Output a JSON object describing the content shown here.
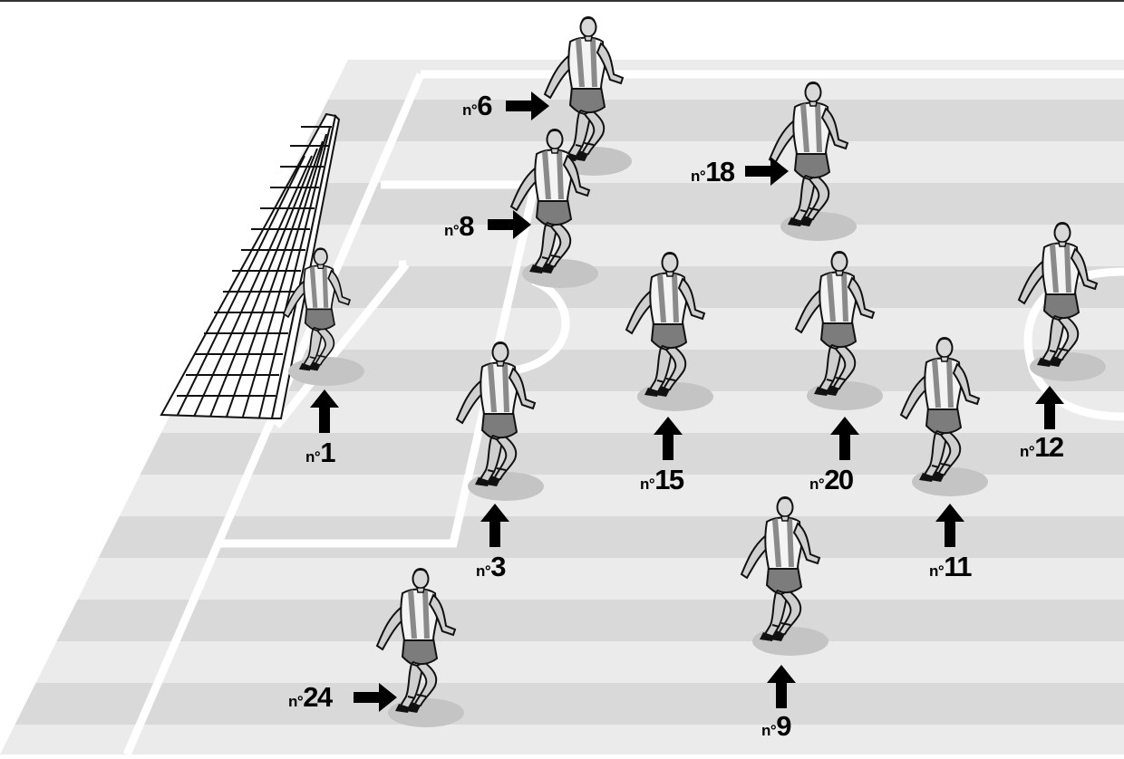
{
  "colors": {
    "pitch_light": "#ebebeb",
    "pitch_dark": "#d9d9d9",
    "line": "#ffffff",
    "shadow": "#c4c4c4",
    "shirt_stripe": "#8a8a8a",
    "shorts": "#7c7c7c",
    "skin": "#cfcfcf",
    "outline": "#111111",
    "keeper_kit": "#777777",
    "arrow": "#000000"
  },
  "players": [
    {
      "role": "goalkeeper",
      "pre": "n°",
      "number": "1",
      "arrow": "up-arrow-icon"
    },
    {
      "role": "outfield",
      "pre": "n°",
      "number": "6",
      "arrow": "right-arrow-icon"
    },
    {
      "role": "outfield",
      "pre": "n°",
      "number": "8",
      "arrow": "right-arrow-icon"
    },
    {
      "role": "outfield",
      "pre": "n°",
      "number": "18",
      "arrow": "right-arrow-icon"
    },
    {
      "role": "outfield",
      "pre": "n°",
      "number": "15",
      "arrow": "up-arrow-icon"
    },
    {
      "role": "outfield",
      "pre": "n°",
      "number": "20",
      "arrow": "up-arrow-icon"
    },
    {
      "role": "outfield",
      "pre": "n°",
      "number": "12",
      "arrow": "up-arrow-icon"
    },
    {
      "role": "outfield",
      "pre": "n°",
      "number": "3",
      "arrow": "up-arrow-icon"
    },
    {
      "role": "outfield",
      "pre": "n°",
      "number": "11",
      "arrow": "up-arrow-icon"
    },
    {
      "role": "outfield",
      "pre": "n°",
      "number": "9",
      "arrow": "up-arrow-icon"
    },
    {
      "role": "outfield",
      "pre": "n°",
      "number": "24",
      "arrow": "right-arrow-icon"
    }
  ]
}
